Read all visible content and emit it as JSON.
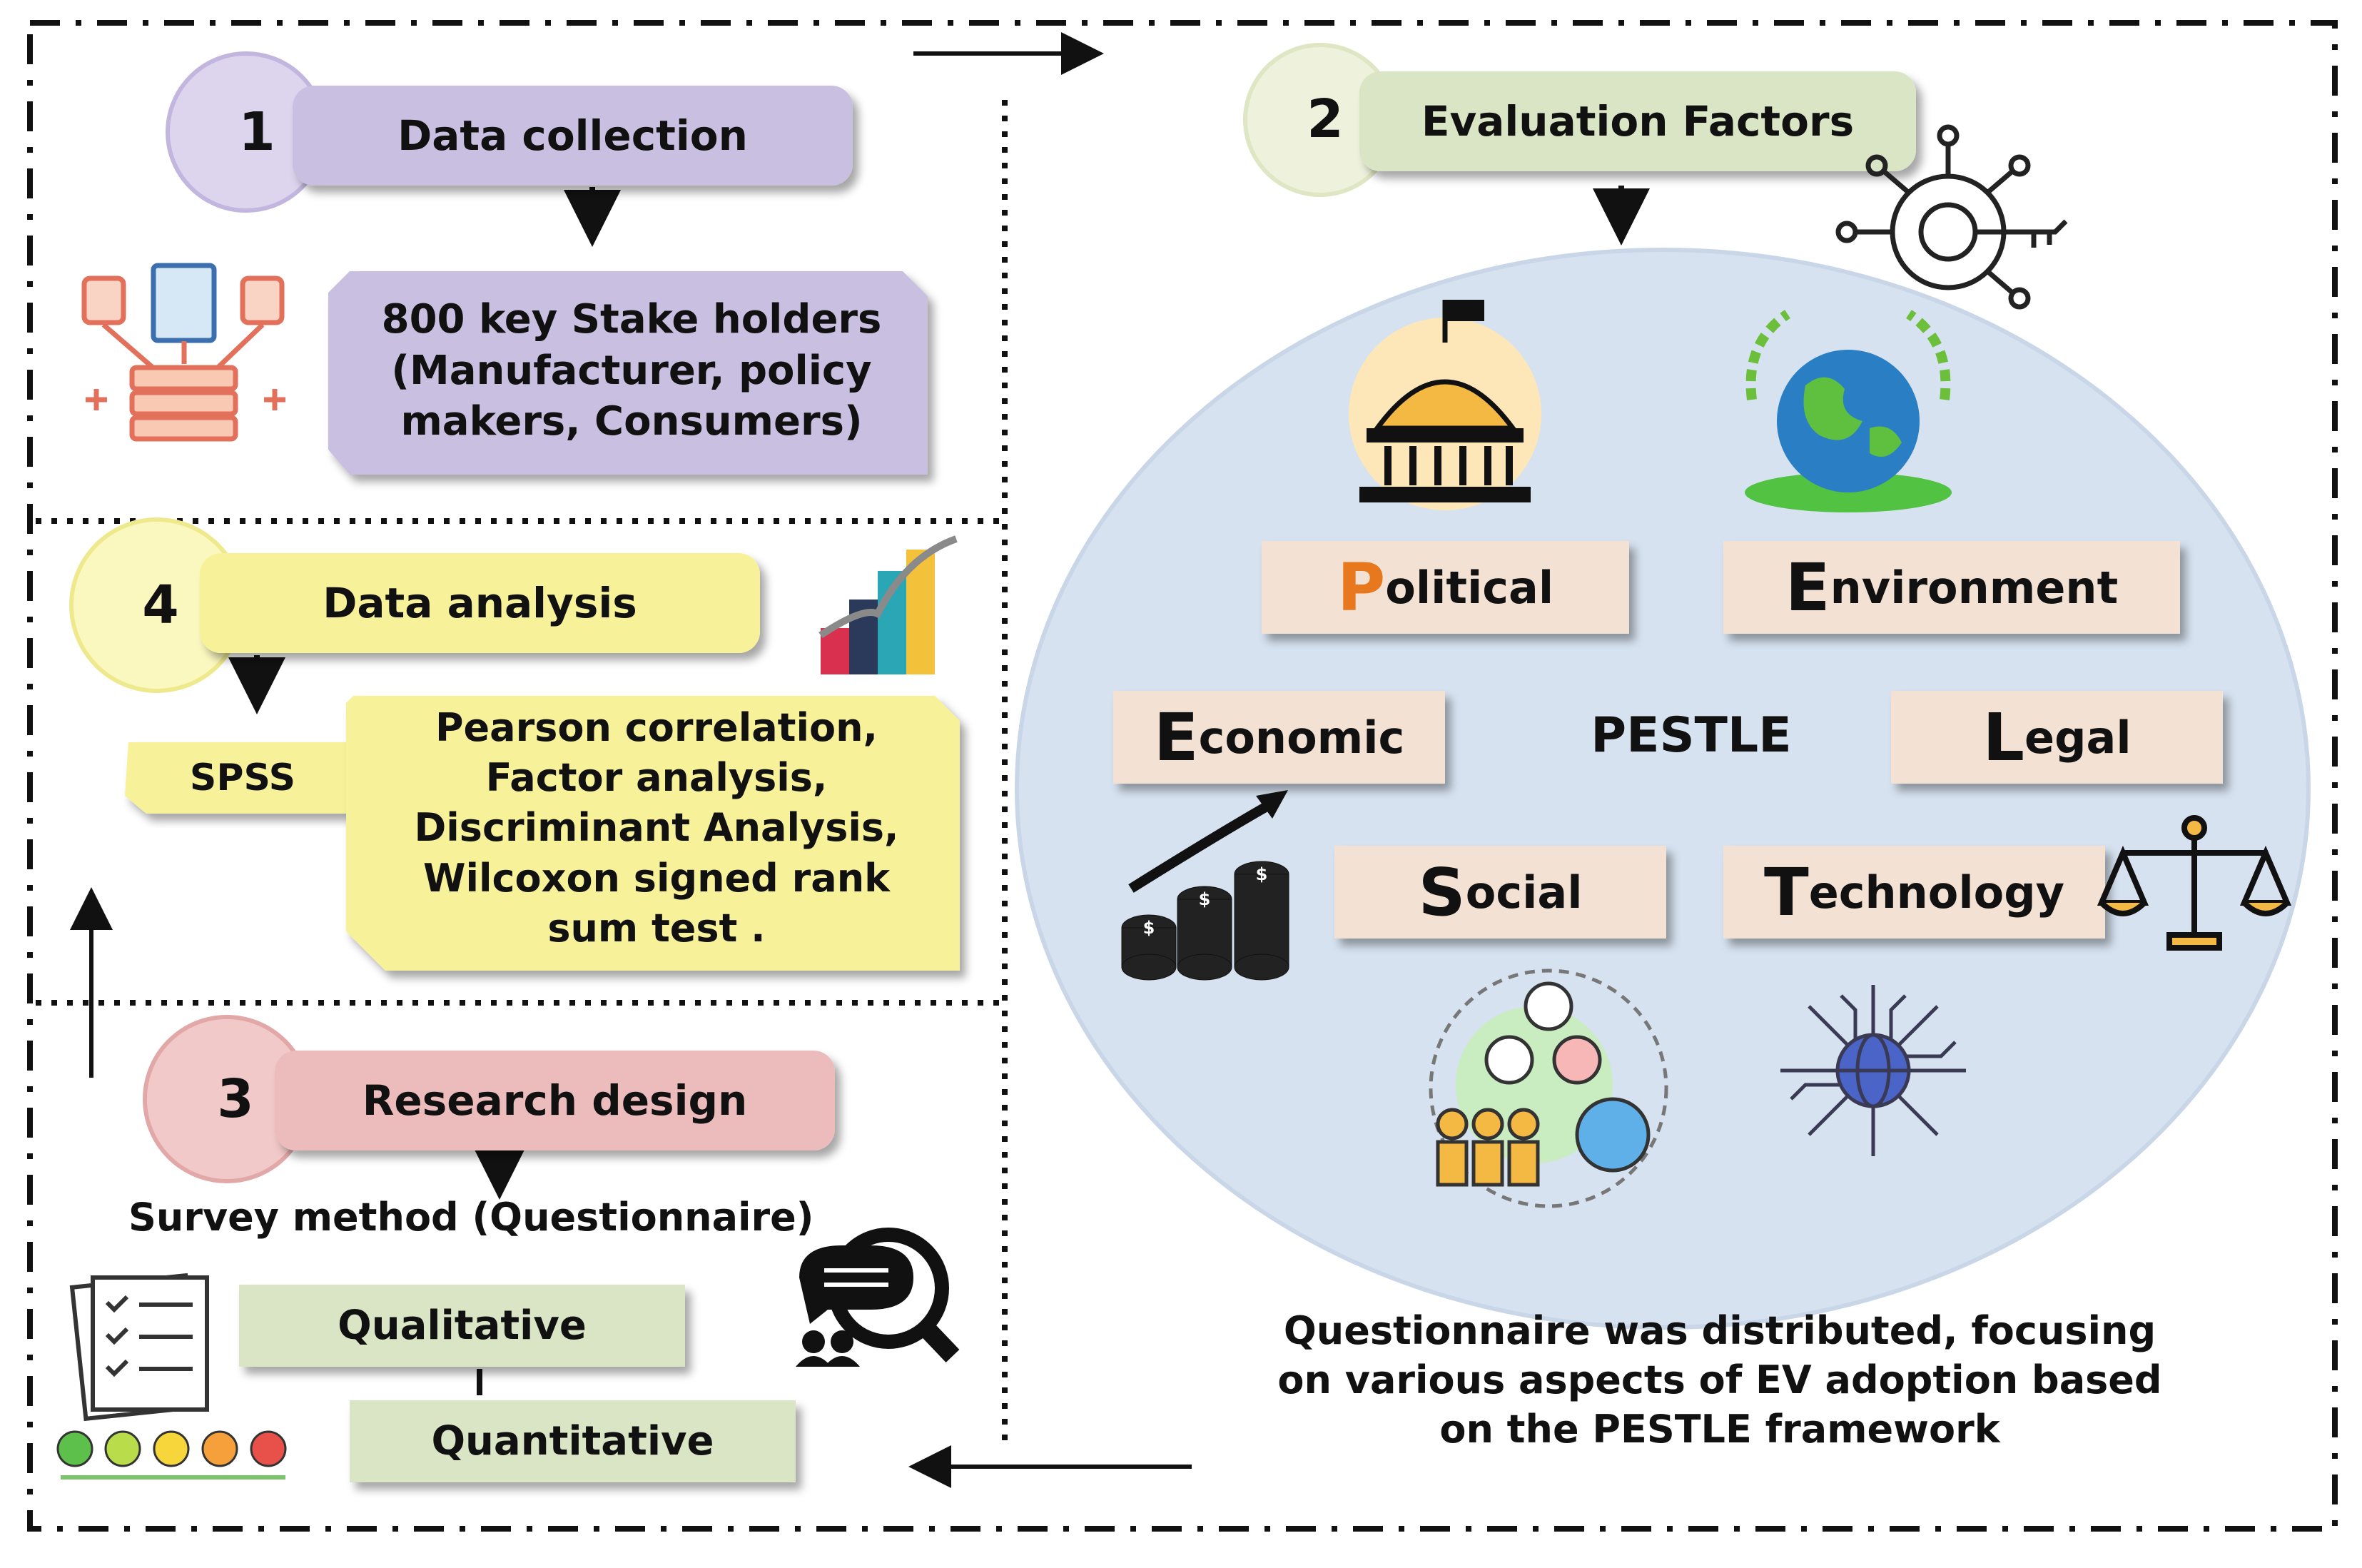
{
  "step1": {
    "number": "1",
    "title": "Data collection",
    "stakeholders": [
      "800 key Stake holders",
      "(Manufacturer, policy",
      "makers, Consumers)"
    ]
  },
  "step2": {
    "number": "2",
    "title": "Evaluation Factors"
  },
  "step3": {
    "number": "3",
    "title": "Research design",
    "survey": "Survey  method (Questionnaire)",
    "qualitative": "Qualitative",
    "quantitative": "Quantitative"
  },
  "step4": {
    "number": "4",
    "title": "Data analysis",
    "tool": "SPSS",
    "methods": [
      "Pearson correlation,",
      "Factor analysis,",
      "Discriminant Analysis,",
      "Wilcoxon signed rank",
      "sum test ."
    ]
  },
  "pestle": {
    "center": "PESTLE",
    "political": {
      "first": "P",
      "rest": "olitical"
    },
    "environment": {
      "first": "E",
      "rest": "nvironment"
    },
    "economic": {
      "first": "E",
      "rest": "conomic"
    },
    "legal": {
      "first": "L",
      "rest": "egal"
    },
    "social": {
      "first": "S",
      "rest": "ocial"
    },
    "technology": {
      "first": "T",
      "rest": "echnology"
    }
  },
  "note": [
    "Questionnaire was distributed, focusing",
    "on various aspects of EV adoption based",
    "on the PESTLE framework"
  ],
  "colors": {
    "purple": "#c9bfe0",
    "green": "#d9e5c4",
    "pink": "#ecbcbc",
    "yellow": "#f7f29a",
    "peach": "#f3e2d4",
    "ellipse": "#d6e2f0",
    "accent": "#e8781e"
  }
}
